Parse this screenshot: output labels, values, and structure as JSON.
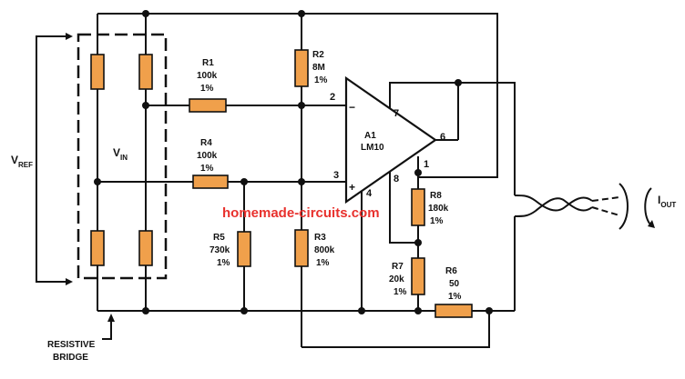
{
  "diagram": {
    "components": {
      "r1": {
        "name": "R1",
        "value": "100k",
        "tol": "1%"
      },
      "r2": {
        "name": "R2",
        "value": "8M",
        "tol": "1%"
      },
      "r3": {
        "name": "R3",
        "value": "800k",
        "tol": "1%"
      },
      "r4": {
        "name": "R4",
        "value": "100k",
        "tol": "1%"
      },
      "r5": {
        "name": "R5",
        "value": "730k",
        "tol": "1%"
      },
      "r6": {
        "name": "R6",
        "value": "50",
        "tol": "1%"
      },
      "r7": {
        "name": "R7",
        "value": "20k",
        "tol": "1%"
      },
      "r8": {
        "name": "R8",
        "value": "180k",
        "tol": "1%"
      }
    },
    "amplifier": {
      "ref": "A1",
      "part": "LM10",
      "minus_sign": "−",
      "plus_sign": "+",
      "pins": {
        "p1": "1",
        "p2": "2",
        "p3": "3",
        "p4": "4",
        "p6": "6",
        "p7": "7",
        "p8": "8"
      }
    },
    "labels": {
      "vref_main": "V",
      "vref_sub": "REF",
      "vin_main": "V",
      "vin_sub": "IN",
      "iout_main": "I",
      "iout_sub": "OUT",
      "bridge_line1": "RESISTIVE",
      "bridge_line2": "BRIDGE"
    },
    "watermark": "homemade-circuits.com",
    "colors": {
      "resistor": "#f0a04b",
      "wire": "#111111",
      "watermark": "#e8312d"
    }
  }
}
